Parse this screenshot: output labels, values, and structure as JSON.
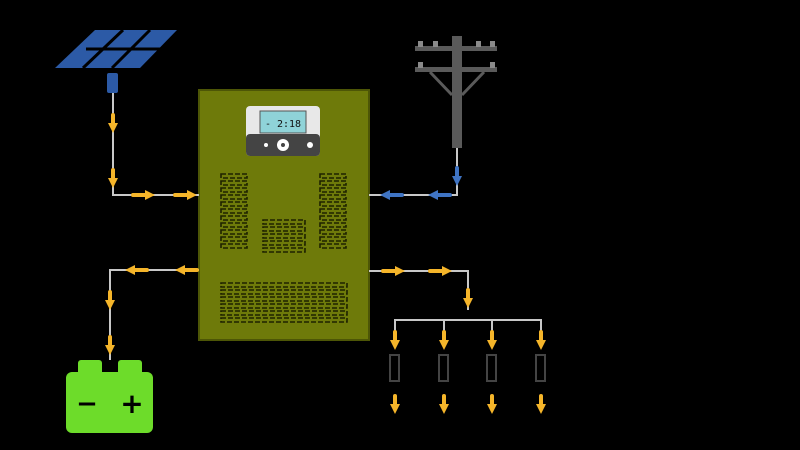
{
  "diagram": {
    "nodes": [
      {
        "id": "solar-panel",
        "icon": "solar-panel-icon"
      },
      {
        "id": "utility-pole",
        "icon": "utility-pole-icon"
      },
      {
        "id": "inverter",
        "icon": "inverter-icon"
      },
      {
        "id": "battery",
        "icon": "battery-icon"
      },
      {
        "id": "loads",
        "icon": "load-icon"
      }
    ],
    "connections": [
      {
        "from": "solar-panel",
        "to": "inverter",
        "color": "#f5b52a"
      },
      {
        "from": "utility-pole",
        "to": "inverter",
        "color": "#3f74c4"
      },
      {
        "from": "inverter",
        "to": "battery",
        "color": "#f5b52a"
      },
      {
        "from": "inverter",
        "to": "loads",
        "color": "#f5b52a"
      }
    ],
    "inverter": {
      "display_text": "- 2:18",
      "body_color": "#6e7a0a"
    },
    "battery": {
      "minus_label": "−",
      "plus_label": "+",
      "color": "#6ddc2a"
    },
    "colors": {
      "background": "#000000",
      "dc_flow": "#f5b52a",
      "grid_flow": "#3f74c4",
      "solar": "#2c5aa6"
    }
  }
}
